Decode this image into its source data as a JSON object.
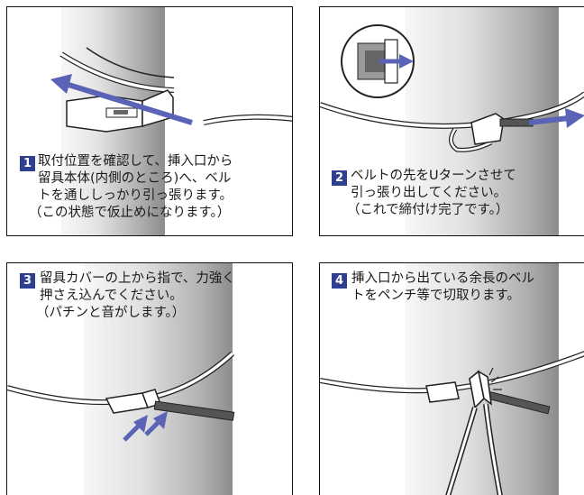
{
  "steps": [
    {
      "number": "1",
      "lines": [
        "取付位置を確認して、挿入口から",
        "留具本体(内側のところ)へ、ベル",
        "トを通ししっかり引っ張ります。",
        "（この状態で仮止めになります。）"
      ]
    },
    {
      "number": "2",
      "lines": [
        "ベルトの先をUターンさせて",
        "引っ張り出してください。",
        "（これで締付け完了です。）"
      ]
    },
    {
      "number": "3",
      "lines": [
        "留具カバーの上から指で、力強く",
        "押さえ込んでください。",
        "（パチンと音がします。）"
      ]
    },
    {
      "number": "4",
      "lines": [
        "挿入口から出ている余長のベル",
        "トをペンチ等で切取ります。"
      ]
    }
  ],
  "colors": {
    "accent": "#2f3f8f",
    "arrow": "#5a63b5",
    "pole_light": "#f2f2f2",
    "pole_dark": "#8e8e8e"
  },
  "icons": [
    "pole-illustration",
    "band-strap",
    "buckle-clamp",
    "pull-arrow-icon",
    "press-arrows-icon",
    "pliers-icon"
  ]
}
